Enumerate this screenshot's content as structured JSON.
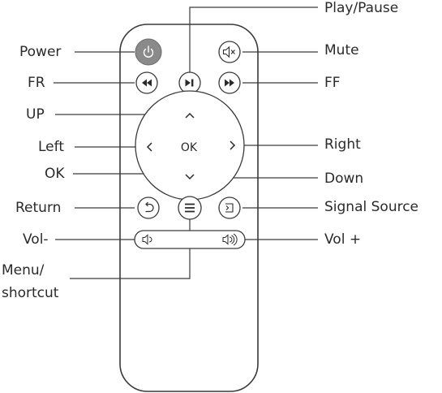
{
  "labels": {
    "power": "Power",
    "fr": "FR",
    "up": "UP",
    "left": "Left",
    "ok": "OK",
    "return": "Return",
    "vol_minus": "Vol-",
    "menu_line1": "Menu/",
    "menu_line2": "shortcut",
    "play_pause": "Play/Pause",
    "mute": "Mute",
    "ff": "FF",
    "right": "Right",
    "down": "Down",
    "signal_source": "Signal Source",
    "vol_plus": "Vol +"
  },
  "remote": {
    "ok_button_text": "OK"
  },
  "colors": {
    "outline": "#3a3a3a",
    "power_fill": "#8a8a8a",
    "text": "#2a2a2a"
  },
  "icons": {
    "power": "power-icon",
    "play_pause": "play-pause-icon",
    "mute": "mute-icon",
    "rewind": "rewind-icon",
    "fast_forward": "fast-forward-icon",
    "return": "return-icon",
    "menu": "menu-icon",
    "signal_source": "signal-source-icon",
    "vol_down": "volume-down-icon",
    "vol_up": "volume-up-icon"
  }
}
